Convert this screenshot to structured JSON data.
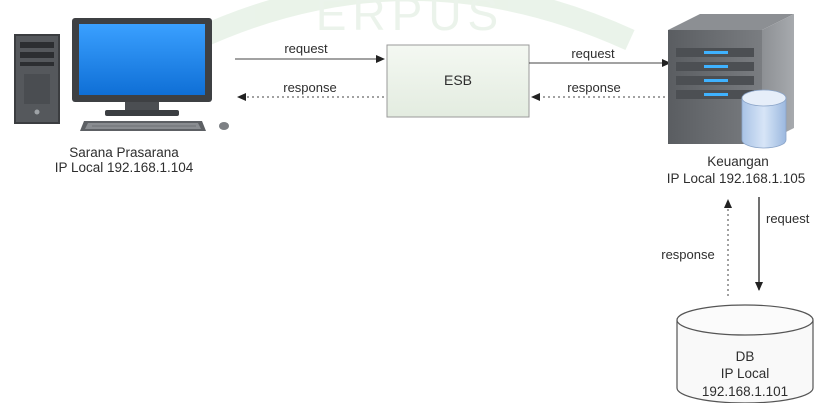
{
  "watermark": {
    "text": "ERPUS"
  },
  "nodes": {
    "client": {
      "name": "Sarana Prasarana",
      "ip": "IP Local 192.168.1.104",
      "icon": "desktop-computer-icon"
    },
    "esb": {
      "label": "ESB"
    },
    "server": {
      "name": "Keuangan",
      "ip": "IP Local 192.168.1.105",
      "icon": "server-with-database-icon"
    },
    "database": {
      "name": "DB",
      "ip_line1": "IP Local",
      "ip_line2": "192.168.1.101"
    }
  },
  "edges": {
    "client_to_esb": "request",
    "esb_to_client": "response",
    "esb_to_server": "request",
    "server_to_esb": "response",
    "server_to_db": "request",
    "db_to_server": "response"
  },
  "colors": {
    "esb_fill": "#eef3ec",
    "db_fill": "#f9f9f9",
    "screen_blue": "#1e90ff",
    "server_body": "#6b6e72",
    "watermark": "#d9ead8"
  }
}
